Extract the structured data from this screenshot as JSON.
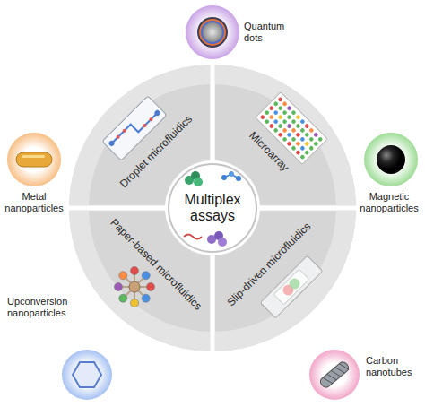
{
  "diagram": {
    "nodes": [
      {
        "text": [
          "Quantum dots"
        ]
      },
      {
        "text": [
          "Metal nanoparticles"
        ]
      },
      {
        "text": [
          "Droplet microfluidics"
        ]
      },
      {
        "text": [
          "Microarray"
        ]
      },
      {
        "text": [
          "Multiplex assays"
        ]
      },
      {
        "text": [
          "Magnetic nanoparticles"
        ]
      },
      {
        "text": [
          "Paper-based microfluidics"
        ]
      },
      {
        "text": [
          "Slip-driven microfluidics"
        ]
      },
      {
        "text": [
          "Upconversion nanoparticles"
        ]
      },
      {
        "text": [
          "Carbon nanotubes"
        ]
      }
    ]
  }
}
